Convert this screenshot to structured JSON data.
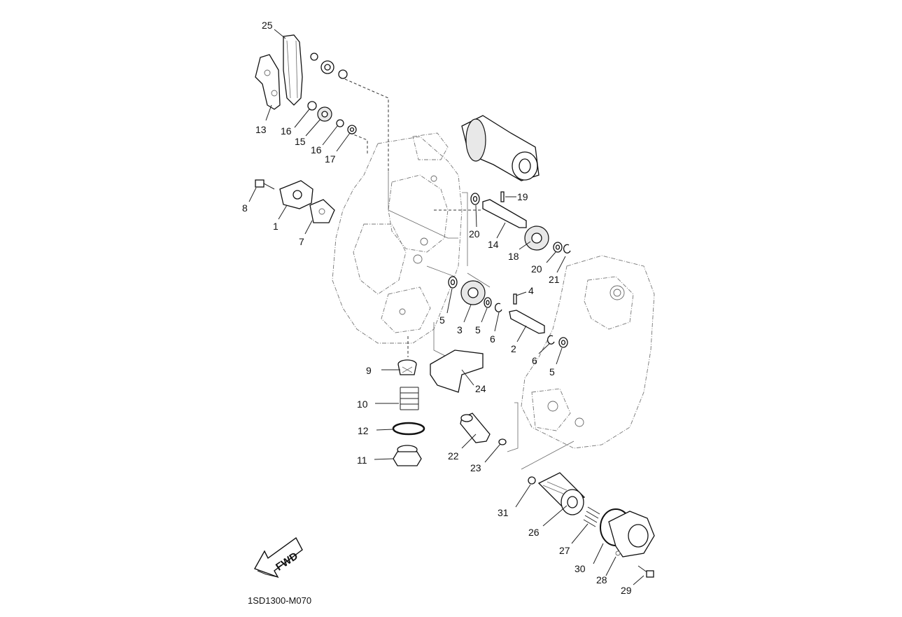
{
  "diagram_code": "1SD1300-M070",
  "fwd_label": "FWD",
  "callouts": {
    "c25": "25",
    "c13": "13",
    "c16a": "16",
    "c15": "15",
    "c16b": "16",
    "c17": "17",
    "c8": "8",
    "c1": "1",
    "c7": "7",
    "c19": "19",
    "c20a": "20",
    "c14": "14",
    "c18": "18",
    "c20b": "20",
    "c21": "21",
    "c4": "4",
    "c5a": "5",
    "c3": "3",
    "c5b": "5",
    "c6a": "6",
    "c2": "2",
    "c6b": "6",
    "c5c": "5",
    "c9": "9",
    "c24": "24",
    "c10": "10",
    "c12": "12",
    "c11": "11",
    "c22": "22",
    "c23": "23",
    "c31": "31",
    "c26": "26",
    "c27": "27",
    "c30": "30",
    "c28": "28",
    "c29": "29"
  },
  "icons": {
    "fwd_arrow": "fwd-arrow-icon"
  }
}
